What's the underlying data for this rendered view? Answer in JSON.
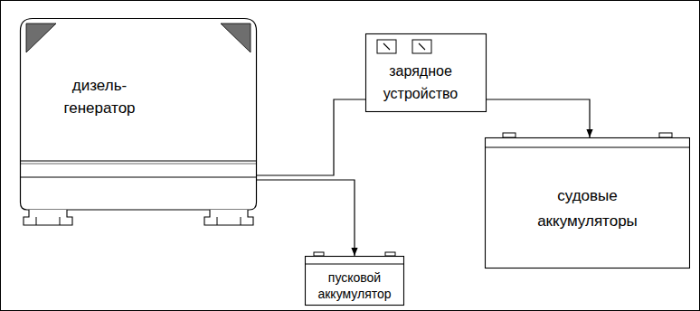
{
  "diagram": {
    "nodes": [
      {
        "text": [
          "дизель- генератор"
        ]
      },
      {
        "text": [
          "зарядное устройство"
        ]
      },
      {
        "text": [
          "судовые аккумуляторы"
        ]
      },
      {
        "text": [
          "пусковой аккумулятор"
        ]
      }
    ],
    "edges": [
      {
        "from": 0,
        "to": 1,
        "arrow": "none"
      },
      {
        "from": 1,
        "to": 2,
        "arrow": "to"
      },
      {
        "from": 0,
        "to": 3,
        "arrow": "to"
      }
    ]
  }
}
